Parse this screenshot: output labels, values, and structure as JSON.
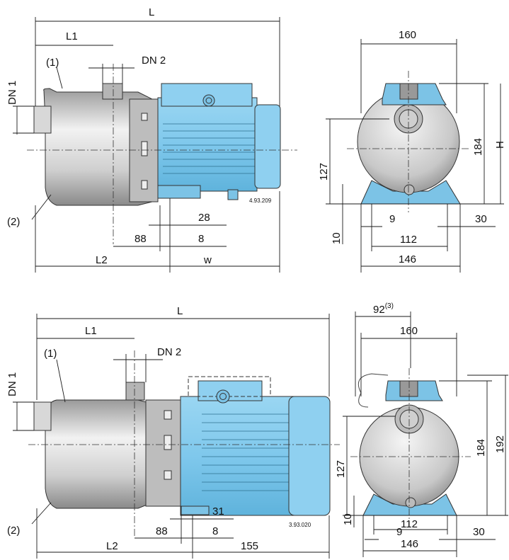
{
  "top_side": {
    "L": "L",
    "L1": "L1",
    "DN1": "DN 1",
    "DN2": "DN 2",
    "note1": "(1)",
    "note2": "(2)",
    "L2": "L2",
    "d28": "28",
    "d88": "88",
    "d8": "8",
    "w": "w",
    "code": "4.93.209"
  },
  "top_front": {
    "d160": "160",
    "d127": "127",
    "d184": "184",
    "H": "H",
    "d9": "9",
    "d30": "30",
    "d10": "10",
    "d112": "112",
    "d146": "146"
  },
  "bottom_side": {
    "L": "L",
    "L1": "L1",
    "DN1": "DN 1",
    "DN2": "DN 2",
    "note1": "(1)",
    "note2": "(2)",
    "L2": "L2",
    "d31": "31",
    "d88": "88",
    "d8": "8",
    "d155": "155",
    "code": "3.93.020"
  },
  "bottom_front": {
    "d92": "92",
    "sup3": "(3)",
    "d160": "160",
    "d127": "127",
    "d184": "184",
    "d192": "192",
    "d9": "9",
    "d30": "30",
    "d10": "10",
    "d112": "112",
    "d146": "146"
  },
  "colors": {
    "motor_blue": "#7fc8ec",
    "pump_body": "#c9c9c9",
    "line": "#1a1a1a"
  }
}
